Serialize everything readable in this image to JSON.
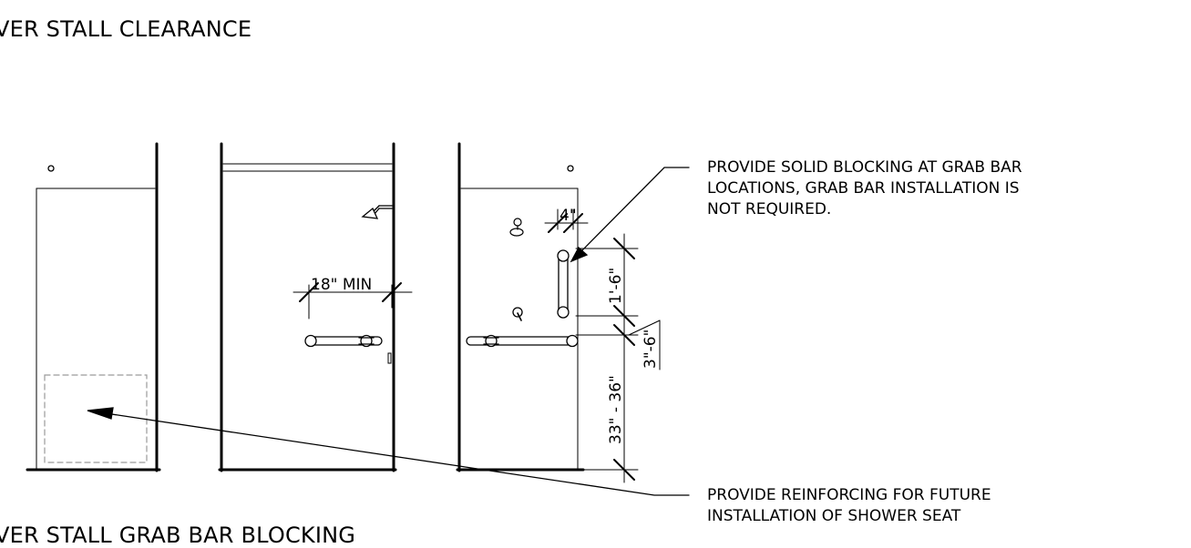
{
  "headings": {
    "top": "VER STALL CLEARANCE",
    "bottom": "VER STALL GRAB BAR BLOCKING"
  },
  "notes": {
    "blocking": "PROVIDE SOLID BLOCKING AT GRAB BAR\nLOCATIONS, GRAB BAR INSTALLATION IS\nNOT REQUIRED.",
    "reinforcing": "PROVIDE REINFORCING FOR FUTURE\nINSTALLATION OF SHOWER SEAT"
  },
  "dimensions": {
    "min_width": "18\" MIN",
    "offset": "4\"",
    "vertical_bar": "1'-6\"",
    "bar_height": "33\" - 36\"",
    "top_bar": "3\"-6\""
  },
  "colors": {
    "line": "#000000",
    "dashed": "#9a9a9a"
  }
}
